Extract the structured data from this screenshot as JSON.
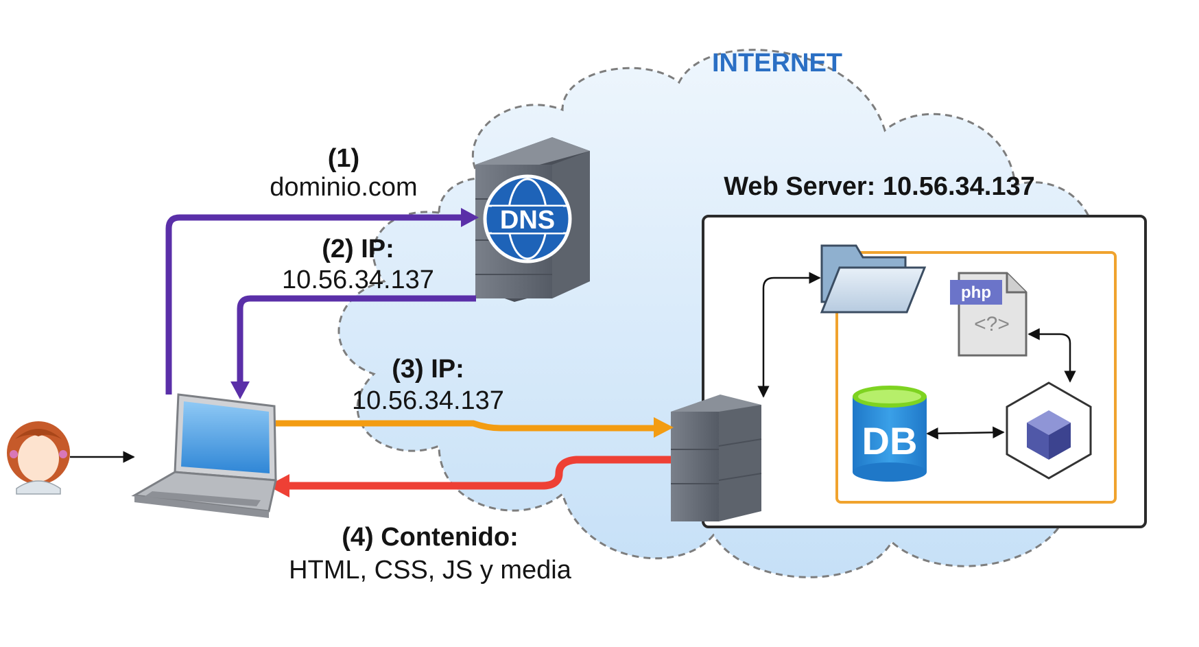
{
  "cloud": {
    "label": "INTERNET",
    "label_color": "#2a6fc4"
  },
  "steps": [
    {
      "number": "(1)",
      "text": "dominio.com"
    },
    {
      "number": "(2) IP:",
      "text": "10.56.34.137"
    },
    {
      "number": "(3) IP:",
      "text": "10.56.34.137"
    },
    {
      "number": "(4) Contenido:",
      "text": "HTML, CSS, JS y media"
    }
  ],
  "dns": {
    "icon_label": "DNS"
  },
  "web_server": {
    "title": "Web Server: 10.56.34.137"
  },
  "components": {
    "php_label": "php",
    "php_symbol": "<?>",
    "db_label": "DB"
  },
  "colors": {
    "dns_flow": "#5a2fa8",
    "request_flow": "#f39c12",
    "response_flow": "#ee4035",
    "app_box": "#f0a32e"
  }
}
